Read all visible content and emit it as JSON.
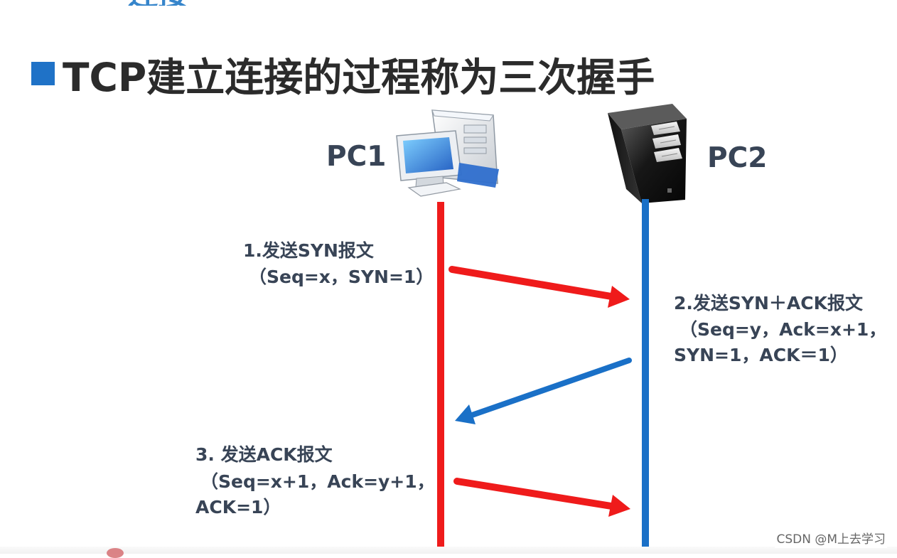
{
  "slide": {
    "title": "TCP建立连接的过程称为三次握手",
    "partial_top_text": "连接",
    "watermark": "CSDN @M上去学习"
  },
  "nodes": {
    "pc1": {
      "label": "PC1",
      "icon": "desktop-pc-icon"
    },
    "pc2": {
      "label": "PC2",
      "icon": "server-tower-icon"
    }
  },
  "steps": [
    {
      "label": "1.发送SYN报文",
      "detail": "（Seq=x，SYN=1）"
    },
    {
      "label": "2.发送SYN＋ACK报文",
      "detail_line1": "（Seq=y，Ack=x+1，",
      "detail_line2": "SYN=1，ACK＝1）"
    },
    {
      "label": "3. 发送ACK报文",
      "detail_line1": "（Seq=x+1，Ack=y+1，",
      "detail_line2": "ACK=1）"
    }
  ],
  "colors": {
    "title": "#2b2b2b",
    "title_square": "#1f72c7",
    "node_label": "#384456",
    "step_text": "#384456",
    "pc1_line": "#ef1b1b",
    "pc2_line": "#1a70c7",
    "arrow_red": "#ef1b1b",
    "arrow_blue": "#1a70c7"
  }
}
